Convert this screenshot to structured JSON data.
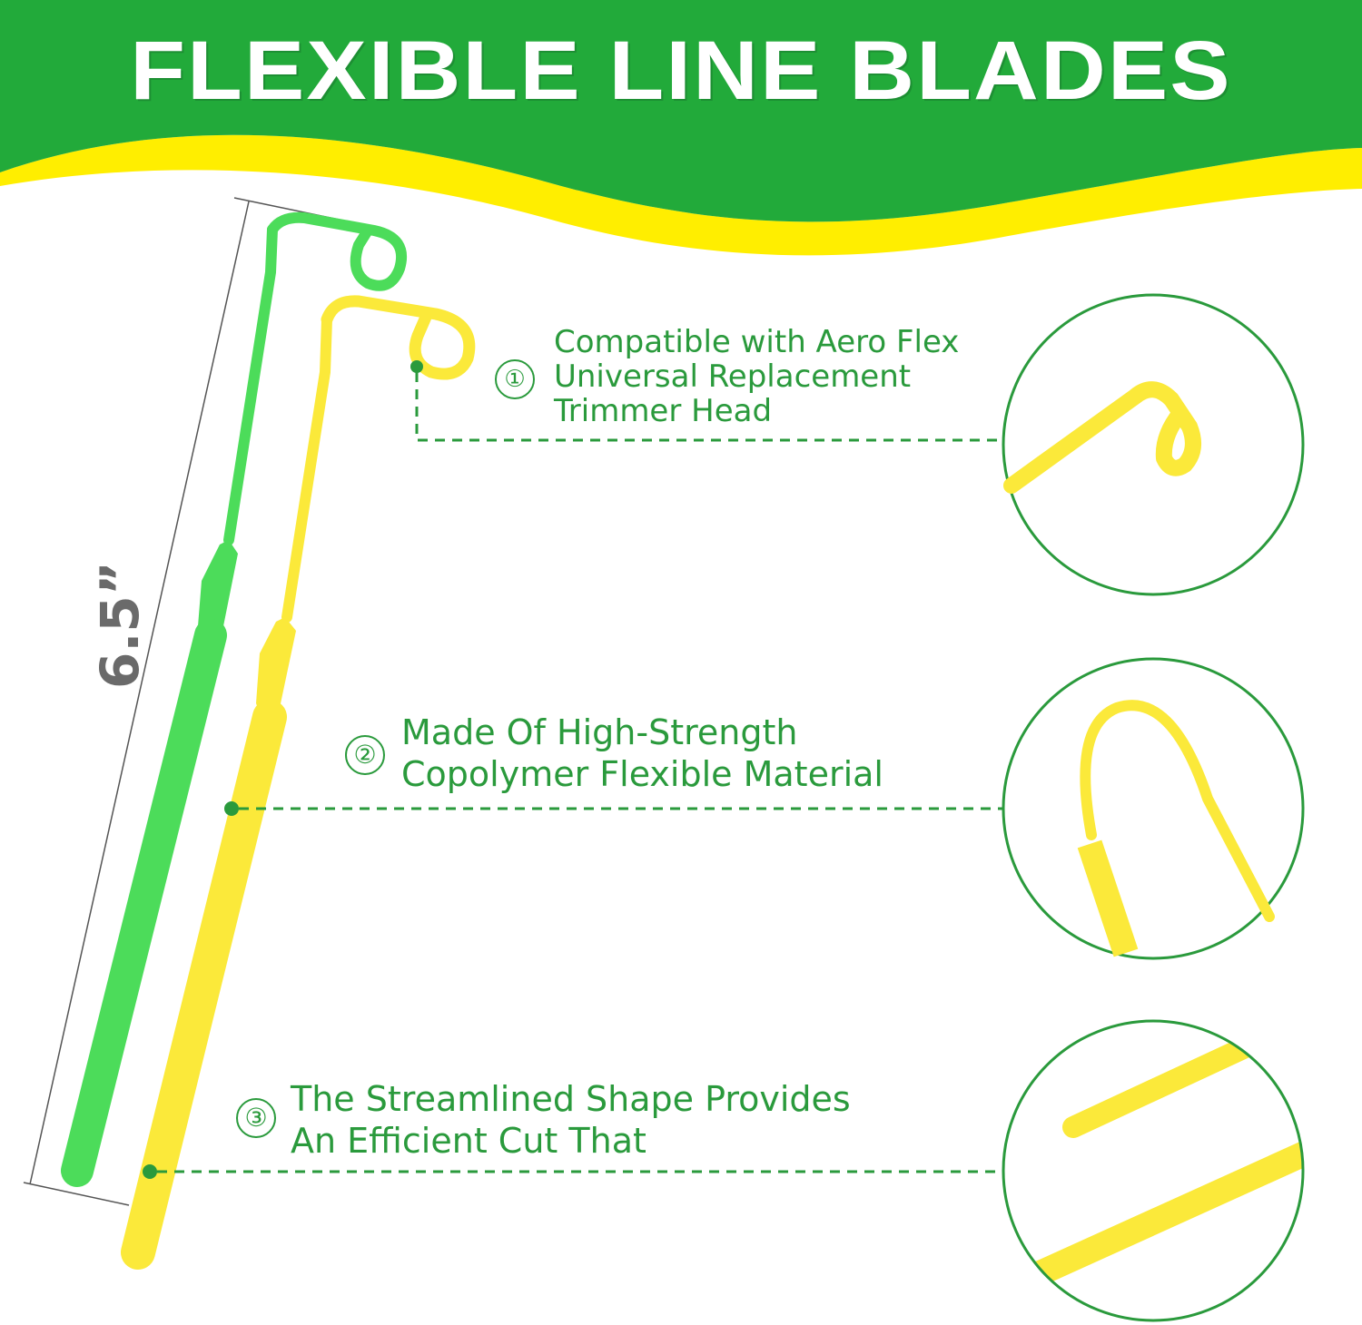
{
  "header": {
    "title": "FLEXIBLE LINE BLADES",
    "colors": {
      "green": "#22aa3a",
      "yellow": "#ffee00",
      "text": "#ffffff"
    }
  },
  "dimension": {
    "label": "6.5”"
  },
  "features": [
    {
      "number": "①",
      "lines": [
        "Compatible with Aero Flex",
        "Universal Replacement",
        "Trimmer Head"
      ],
      "detail": "loop-head-closeup"
    },
    {
      "number": "②",
      "lines": [
        "Made Of High-Strength",
        "Copolymer Flexible Material"
      ],
      "detail": "bent-blade-closeup"
    },
    {
      "number": "③",
      "lines": [
        "The Streamlined Shape Provides",
        "An Efficient Cut That"
      ],
      "detail": "blade-tip-closeup"
    }
  ],
  "colors": {
    "accent_green": "#2a9a3c",
    "blade_green": "#4cdc5a",
    "blade_yellow": "#fbe93a",
    "callout_green": "#2a9a3c"
  }
}
